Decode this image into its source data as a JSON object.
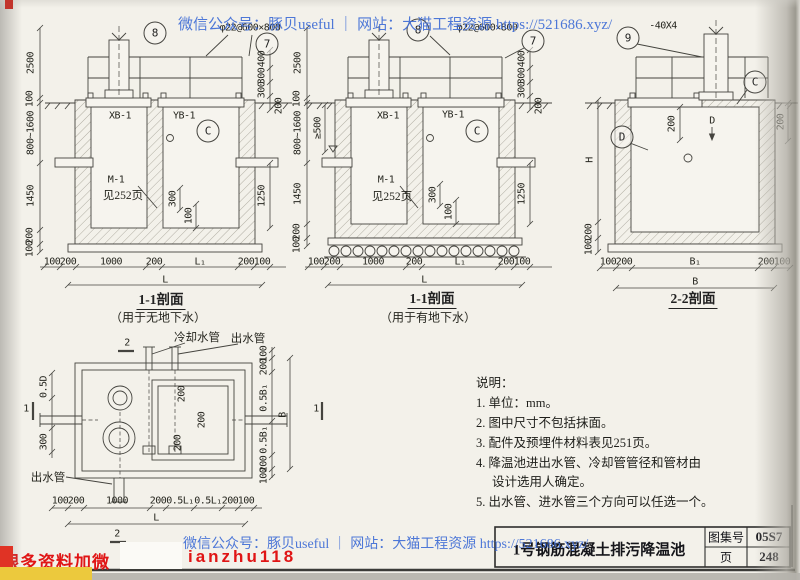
{
  "watermarks": {
    "top": "微信公众号：豚贝useful ｜ 网站：大猫工程资源 https://521686.xyz/",
    "bottom": "微信公众号：豚贝useful ｜ 网站：大猫工程资源 https://521686.xyz/"
  },
  "promo": {
    "left_text": "跟多资料加微",
    "handle": "ianzhu118"
  },
  "title_block": {
    "title": "1号钢筋混凝土排污降温池",
    "atlas_label": "图集号",
    "atlas_value": "05S7",
    "page_label": "页",
    "page_value": "248"
  },
  "section_left": {
    "caption": "1-1剖面",
    "subcaption": "（用于无地下水）",
    "bubble_8": "8",
    "bubble_7": "7",
    "rebar_note": "φ22@600×800",
    "slab_left": "XB-1",
    "slab_right": "YB-1",
    "detail_c": "C",
    "m1": "M-1",
    "m1_ref": "见252页",
    "dim_2500": "2500",
    "dim_100t": "100",
    "dim_800_1600": "800~1600",
    "dim_1450": "1450",
    "dim_200b": "200",
    "dim_100b": "100",
    "dim_400": "400",
    "dim_300a": "300",
    "dim_300b": "300",
    "dim_200r": "200",
    "dim_1250": "1250",
    "dim_i300": "300",
    "dim_i100": "100",
    "dims_bottom": [
      "100",
      "200",
      "1000",
      "200",
      "L₁",
      "200",
      "100"
    ],
    "dim_overall": "L"
  },
  "section_mid": {
    "caption": "1-1剖面",
    "subcaption": "（用于有地下水）",
    "bubble_8": "8",
    "bubble_7": "7",
    "rebar_note": "φ22@600×800",
    "slab_left": "XB-1",
    "slab_right": "YB-1",
    "detail_c": "C",
    "m1": "M-1",
    "m1_ref": "见252页",
    "gw_dim": "≥500",
    "dim_2500": "2500",
    "dim_100t": "100",
    "dim_800_1600": "800~1600",
    "dim_1450": "1450",
    "dim_200b": "200",
    "dim_100b": "100",
    "dim_400": "400",
    "dim_300a": "300",
    "dim_300b": "300",
    "dim_200r": "200",
    "dim_1250": "1250",
    "dim_i300": "300",
    "dim_i100": "100",
    "dims_bottom": [
      "100",
      "200",
      "1000",
      "200",
      "L₁",
      "200",
      "100"
    ],
    "dim_overall": "L"
  },
  "section_right": {
    "caption": "2-2剖面",
    "bubble_9": "9",
    "steel_note": "-40X4",
    "detail_c": "C",
    "detail_d": "D",
    "pipe_d": "D",
    "dim_H": "H",
    "dim_200l": "200",
    "dim_100l": "100",
    "dim_200i": "200",
    "dim_200r": "200",
    "dims_bottom": [
      "100",
      "200",
      "B₁",
      "200",
      "100"
    ],
    "dim_overall": "B"
  },
  "plan": {
    "label_cooling": "冷却水管",
    "label_outlet_top": "出水管",
    "label_outlet_bottom": "出水管",
    "marker_top": "2",
    "marker_bottom": "2",
    "marker_left": "1",
    "marker_right": "1",
    "dim_05d": "0.5D",
    "dim_300": "300",
    "dims_right": [
      "100",
      "200",
      "0.5B₁",
      "0.5B₁",
      "200",
      "100"
    ],
    "dim_overall_b": "B",
    "dims_inner": [
      "200",
      "200",
      "200"
    ],
    "dims_bottom": [
      "100",
      "200",
      "1000",
      "200",
      "0.5L₁",
      "0.5L₁",
      "200",
      "100"
    ],
    "dim_overall_l": "L"
  },
  "notes": {
    "heading": "说明：",
    "items": [
      "1. 单位：mm。",
      "2. 图中尺寸不包括抹面。",
      "3. 配件及预埋件材料表见251页。",
      "4. 降温池进出水管、冷却管管径和管材由",
      "设计选用人确定。",
      "5. 出水管、进水管三个方向可以任选一个。"
    ]
  },
  "colors": {
    "watermark_blue": "#3f6dd6",
    "promo_red": "#e01515",
    "paper": "#f3f1ea",
    "line": "#45443f"
  }
}
